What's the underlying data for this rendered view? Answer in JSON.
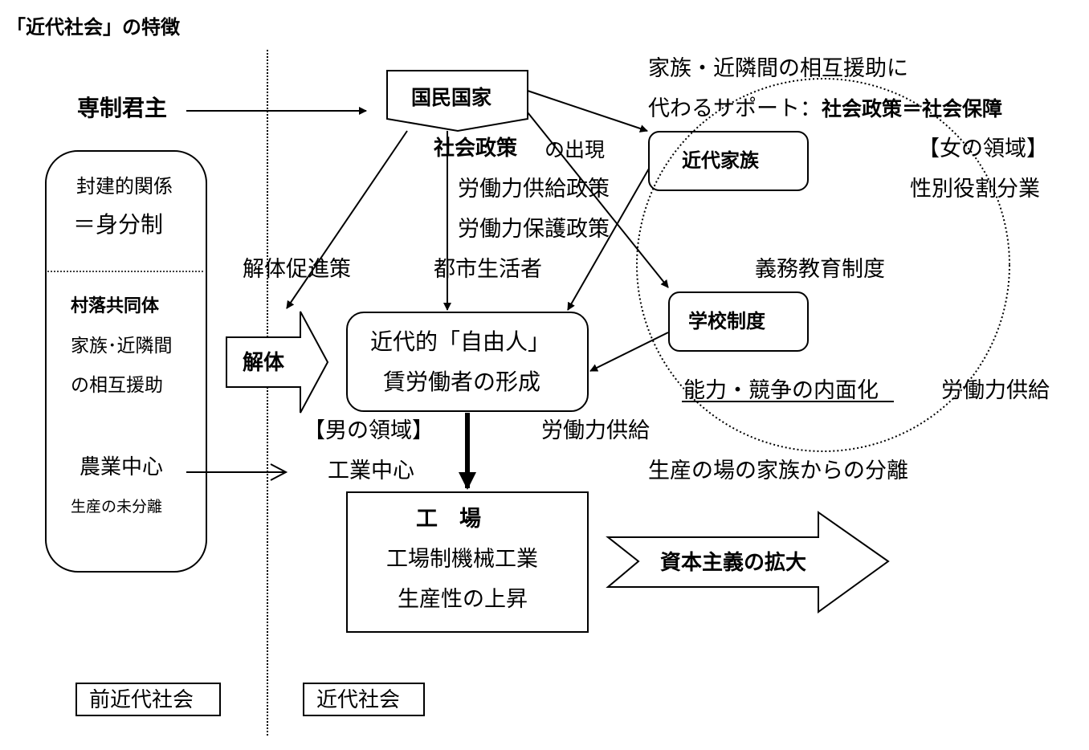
{
  "title": "「近代社会」の特徴",
  "left": {
    "despot": "専制君主",
    "feudal_line1": "封建的関係",
    "feudal_line2": "＝身分制",
    "village": "村落共同体",
    "mutual_line1": "家族･近隣間",
    "mutual_line2": "の相互援助",
    "agri": "農業中心",
    "unseparated": "生産の未分離",
    "label": "前近代社会"
  },
  "center": {
    "nation_state": "国民国家",
    "social_policy": "社会政策",
    "emergence": "の出現",
    "labor_supply_policy": "労働力供給政策",
    "labor_protect_policy": "労働力保護政策",
    "dissolution_promotion": "解体促進策",
    "urban_dwellers": "都市生活者",
    "dissolution": "解体",
    "free_man_line1": "近代的「自由人」",
    "free_man_line2": "賃労働者の形成",
    "male_domain": "【男の領域】",
    "industry": "工業中心",
    "labor_supply": "労働力供給",
    "factory_title": "工　場",
    "factory_line1": "工場制機械工業",
    "factory_line2": "生産性の上昇",
    "capitalism": "資本主義の拡大",
    "label": "近代社会"
  },
  "right": {
    "support_line1": "家族・近隣間の相互援助に",
    "support_line2_plain": "代わるサポート：",
    "support_line2_bold": "社会政策＝社会保障",
    "modern_family": "近代家族",
    "female_domain": "【女の領域】",
    "gender_roles": "性別役割分業",
    "compulsory_edu": "義務教育制度",
    "school_system": "学校制度",
    "internalization": "能力・競争の内面化",
    "labor_supply": "労働力供給",
    "separation": "生産の場の家族からの分離"
  }
}
